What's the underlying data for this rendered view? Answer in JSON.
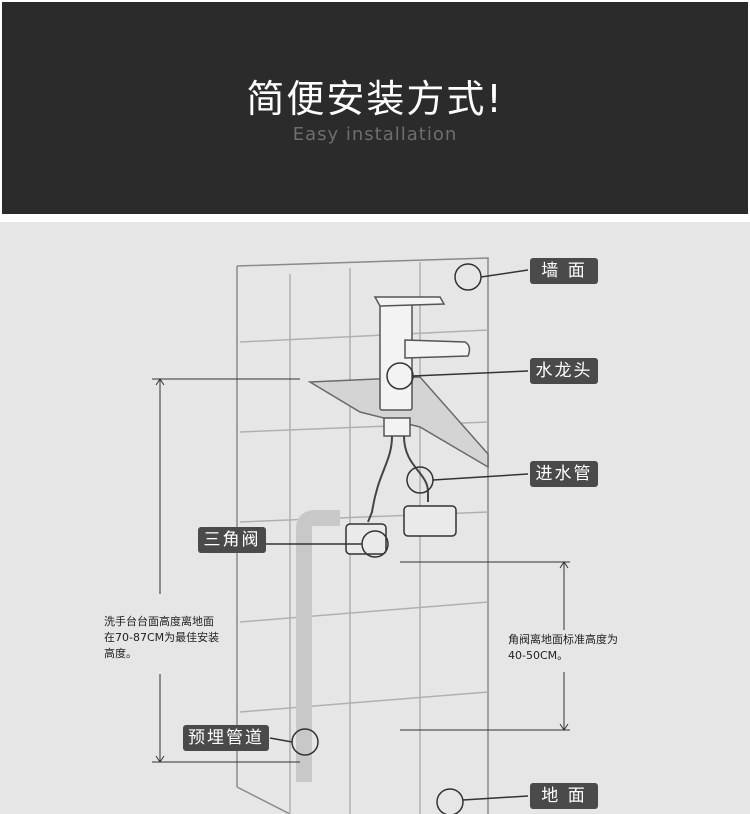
{
  "header": {
    "title": "简便安装方式!",
    "subtitle": "Easy installation"
  },
  "labels": {
    "wall": "墙 面",
    "faucet": "水龙头",
    "inlet_pipe": "进水管",
    "angle_valve": "三角阀",
    "embedded_pipe": "预埋管道",
    "floor": "地 面"
  },
  "notes": {
    "basin_height": "洗手台台面高度离地面\n在70-87CM为最佳安装\n高度。",
    "valve_height": "角阀离地面标准高度为\n40-50CM。"
  }
}
